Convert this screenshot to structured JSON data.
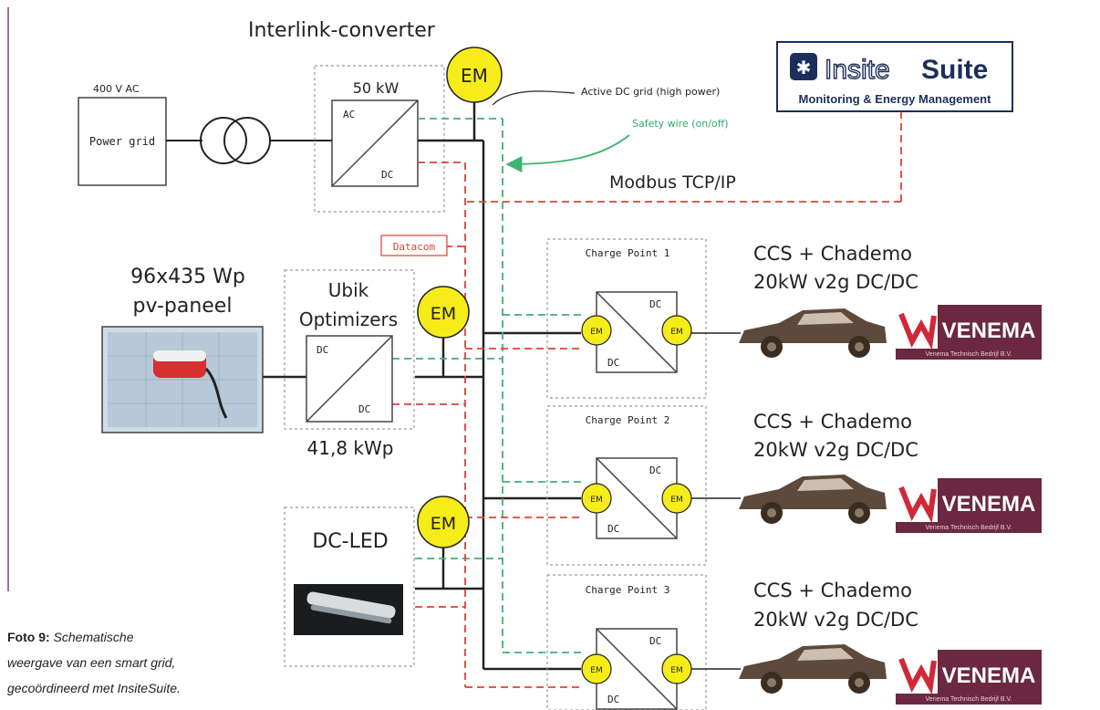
{
  "title": "Interlink-converter",
  "power_grid": {
    "voltage": "400 V AC",
    "label": "Power grid"
  },
  "converter": {
    "power": "50 kW",
    "ac": "AC",
    "dc": "DC"
  },
  "em_label": "EM",
  "annotations": {
    "active_dc": "Active DC grid (high power)",
    "safety_wire": "Safety wire (on/off)",
    "modbus": "Modbus TCP/IP",
    "datacom": "Datacom"
  },
  "insite": {
    "brand_a": "Insite",
    "brand_b": "Suite",
    "subtitle": "Monitoring & Energy Management"
  },
  "pv": {
    "count": "96x435 Wp",
    "label": "pv-paneel"
  },
  "ubik": {
    "line1": "Ubik",
    "line2": "Optimizers",
    "dc_top": "DC",
    "dc_bottom": "DC",
    "power": "41,8 kWp"
  },
  "dc_led": {
    "label": "DC-LED"
  },
  "charge_points": [
    {
      "title": "Charge Point 1",
      "dc_top": "DC",
      "dc_bottom": "DC",
      "desc1": "CCS + Chademo",
      "desc2": "20kW v2g DC/DC"
    },
    {
      "title": "Charge Point 2",
      "dc_top": "DC",
      "dc_bottom": "DC",
      "desc1": "CCS + Chademo",
      "desc2": "20kW v2g DC/DC"
    },
    {
      "title": "Charge Point 3",
      "dc_top": "DC",
      "dc_bottom": "DC",
      "desc1": "CCS + Chademo",
      "desc2": "20kW v2g DC/DC"
    }
  ],
  "venema": {
    "name": "VENEMA",
    "sub": "Venema Technisch Bedrijf B.V."
  },
  "caption": {
    "label": "Foto 9:",
    "line1": "Schematische",
    "line2": "weergave van een smart grid,",
    "line3": "gecoördineerd met InsiteSuite."
  },
  "colors": {
    "em_fill": "#f5ec1a",
    "green_wire": "#3cb371",
    "red_wire": "#e0403a",
    "car": "#5e4a3a",
    "venema_bg": "#6b2840",
    "insite_navy": "#1c2f5a",
    "safety_text": "#2fa86a"
  }
}
